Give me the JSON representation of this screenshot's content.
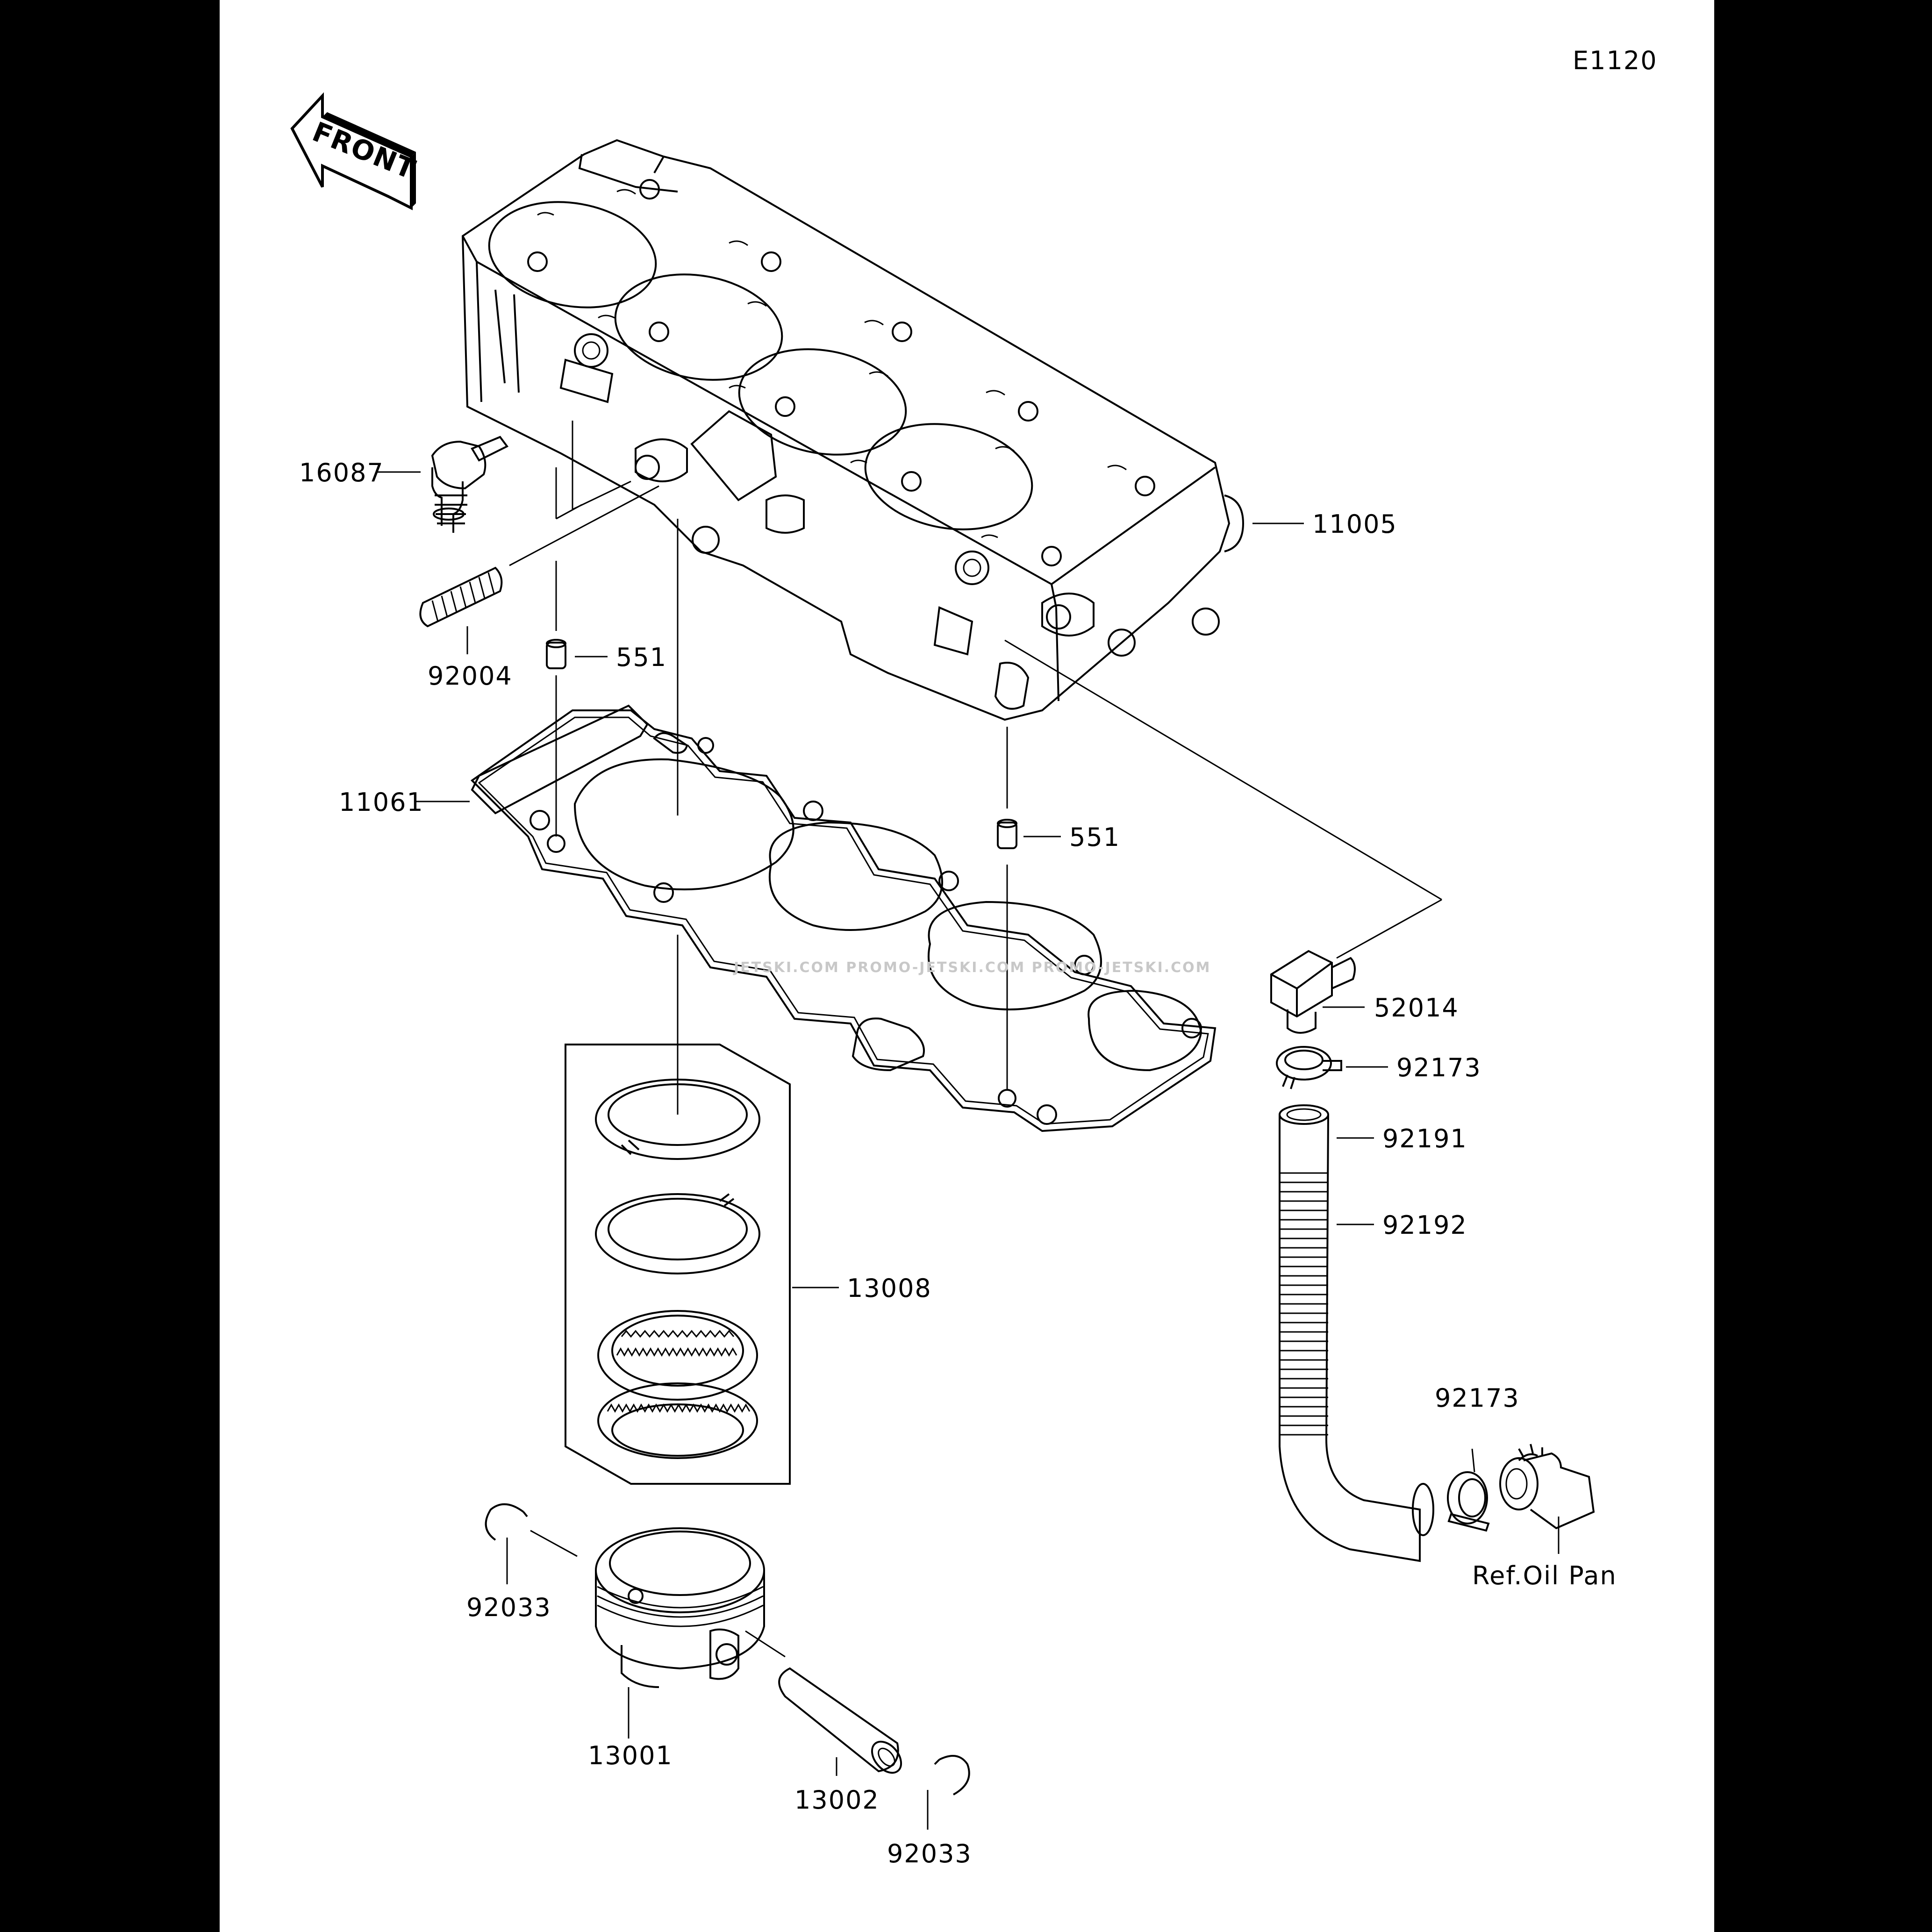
{
  "diagram_code": "E1120",
  "front_arrow_label": "FRONT",
  "watermark": "JETSKI.COM  PROMO-JETSKI.COM  PROMO-JETSKI.COM",
  "reference_note": "Ref.Oil Pan",
  "parts": {
    "p16087": "16087",
    "p92004": "92004",
    "p551a": "551",
    "p11005": "11005",
    "p11061": "11061",
    "p551b": "551",
    "p52014": "52014",
    "p92173a": "92173",
    "p92191": "92191",
    "p92192": "92192",
    "p13008": "13008",
    "p92173b": "92173",
    "p92033a": "92033",
    "p13001": "13001",
    "p13002": "13002",
    "p92033b": "92033"
  }
}
